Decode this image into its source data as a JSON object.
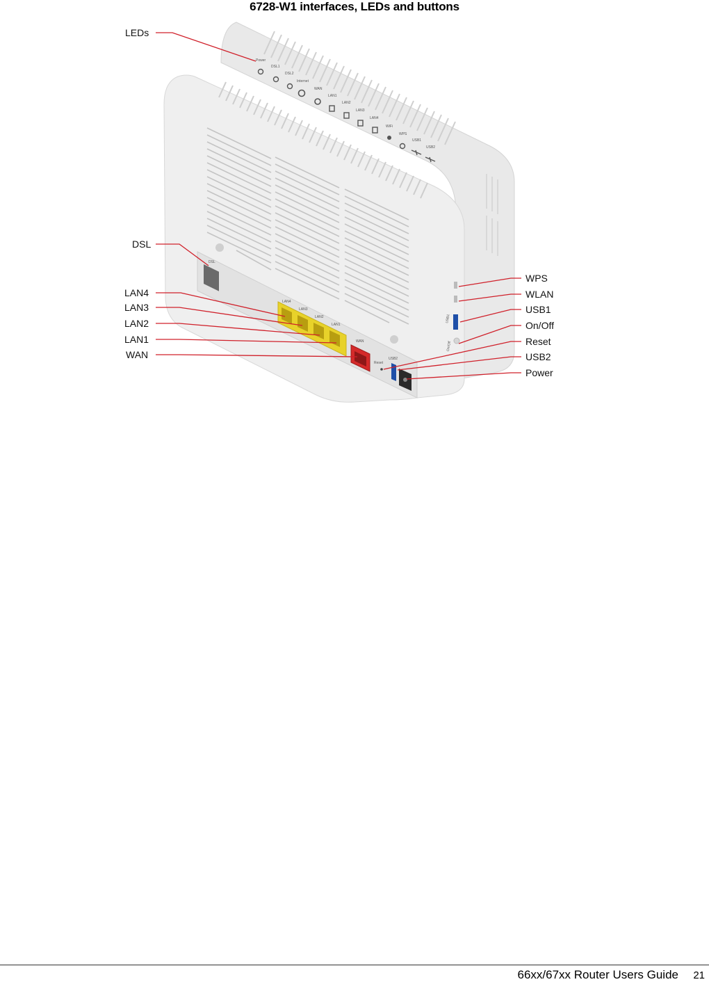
{
  "figure_title": "6728-W1 interfaces, LEDs and buttons",
  "callouts_left": {
    "leds": "LEDs",
    "dsl": "DSL",
    "lan4": "LAN4",
    "lan3": "LAN3",
    "lan2": "LAN2",
    "lan1": "LAN1",
    "wan": "WAN"
  },
  "callouts_right": {
    "wps": "WPS",
    "wlan": "WLAN",
    "usb1": "USB1",
    "on_off": "On/Off",
    "reset": "Reset",
    "usb2": "USB2",
    "power": "Power"
  },
  "led_labels": [
    "Power",
    "DSL1",
    "DSL2",
    "Internet",
    "WAN",
    "LAN1",
    "LAN2",
    "LAN3",
    "LAN4",
    "WiFi",
    "WPS",
    "USB1",
    "USB2"
  ],
  "port_labels": {
    "dsl": "DSL",
    "lan4": "LAN4",
    "lan3": "LAN3",
    "lan2": "LAN2",
    "lan1": "LAN1",
    "wan": "WAN",
    "reset": "Reset",
    "usb2": "USB2",
    "usb1": "USB1",
    "on_off": "On/Off"
  },
  "colors": {
    "callout_line": "#d0202a",
    "lan_port": "#e8d22a",
    "wan_port": "#d42a2a",
    "usb_port": "#1e4fa8",
    "device_body": "#ececec"
  },
  "footer": {
    "guide_title": "66xx/67xx Router Users Guide",
    "page_number": "21"
  }
}
